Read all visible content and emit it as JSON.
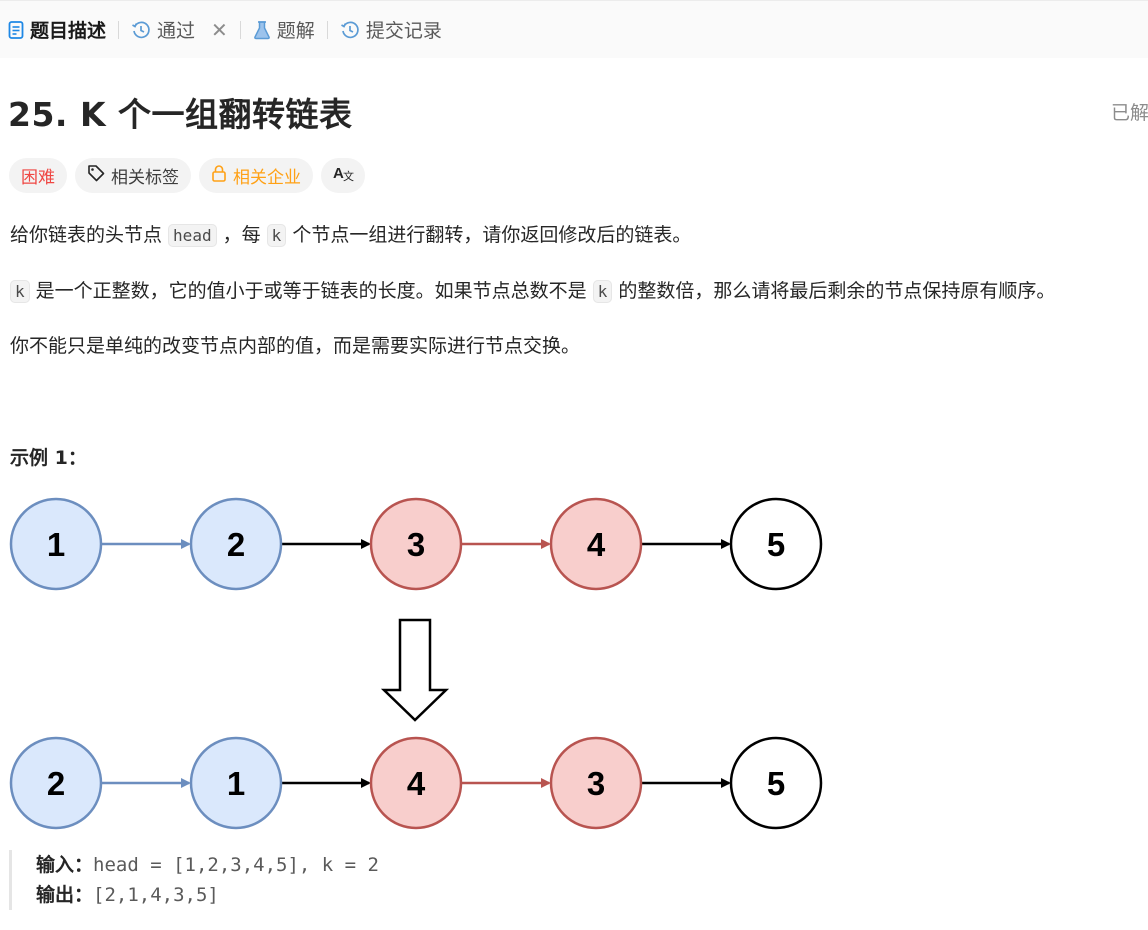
{
  "tabs": [
    {
      "label": "题目描述",
      "icon": "document-icon",
      "active": true
    },
    {
      "label": "通过",
      "icon": "history-icon",
      "closable": true
    },
    {
      "label": "题解",
      "icon": "flask-icon"
    },
    {
      "label": "提交记录",
      "icon": "history-icon"
    }
  ],
  "problem": {
    "title": "25. K 个一组翻转链表",
    "solved_status": "已解答"
  },
  "tags": {
    "difficulty": "困难",
    "related_tags": "相关标签",
    "related_companies": "相关企业",
    "translate_icon": "translate-icon",
    "difficulty_color": "#ef4743",
    "company_color": "#ffa116"
  },
  "description": {
    "p1": {
      "a": "给你链表的头节点 ",
      "code1": "head",
      "b": " ，每 ",
      "code2": "k",
      "c": " 个节点一组进行翻转，请你返回修改后的链表。"
    },
    "p2": {
      "code1": "k",
      "a": " 是一个正整数，它的值小于或等于链表的长度。如果节点总数不是 ",
      "code2": "k",
      "b": " 的整数倍，那么请将最后剩余的节点保持原有顺序。"
    },
    "p3": "你不能只是单纯的改变节点内部的值，而是需要实际进行节点交换。"
  },
  "example": {
    "title": "示例 1：",
    "input_label": "输入：",
    "input_value": "head = [1,2,3,4,5], k = 2",
    "output_label": "输出：",
    "output_value": "[2,1,4,3,5]"
  },
  "diagram": {
    "before": [
      {
        "value": "1",
        "group": "blue"
      },
      {
        "value": "2",
        "group": "blue"
      },
      {
        "value": "3",
        "group": "red"
      },
      {
        "value": "4",
        "group": "red"
      },
      {
        "value": "5",
        "group": "white"
      }
    ],
    "after": [
      {
        "value": "2",
        "group": "blue"
      },
      {
        "value": "1",
        "group": "blue"
      },
      {
        "value": "4",
        "group": "red"
      },
      {
        "value": "3",
        "group": "red"
      },
      {
        "value": "5",
        "group": "white"
      }
    ],
    "colors": {
      "blue_fill": "#dae8fc",
      "blue_stroke": "#6c8ebf",
      "red_fill": "#f8cecc",
      "red_stroke": "#b85450",
      "white_fill": "#ffffff",
      "white_stroke": "#000000"
    }
  }
}
